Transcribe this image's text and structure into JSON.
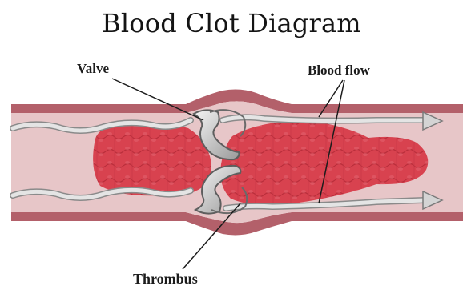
{
  "diagram": {
    "title": "Blood Clot Diagram",
    "labels": {
      "valve": "Valve",
      "blood_flow": "Blood flow",
      "thrombus": "Thrombus"
    },
    "colors": {
      "vessel_wall": "#b3606a",
      "vessel_lumen": "#e7c6c8",
      "clot": "#d64050",
      "valve_leaflet": "#d9d9d9",
      "flow_arrow": "#d4d4d4",
      "leader_line": "#1c1c1c"
    }
  }
}
